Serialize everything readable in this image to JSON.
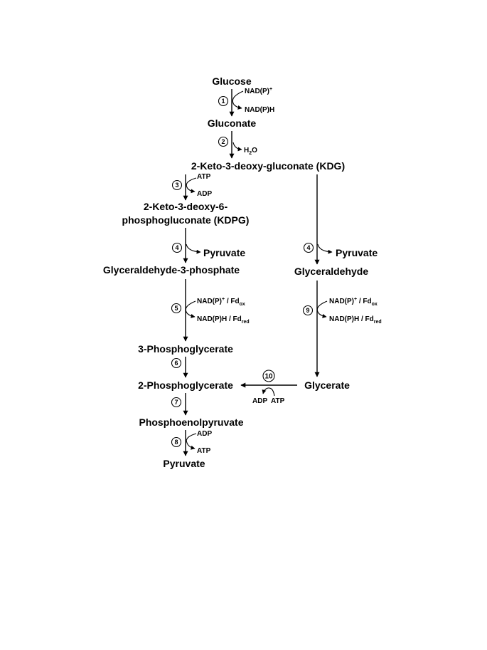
{
  "metabolites": {
    "glucose": "Glucose",
    "gluconate": "Gluconate",
    "kdg": "2-Keto-3-deoxy-gluconate (KDG)",
    "kdpg_line1": "2-Keto-3-deoxy-6-",
    "kdpg_line2": "phosphogluconate (KDPG)",
    "pyruvate_left": "Pyruvate",
    "pyruvate_right": "Pyruvate",
    "ga3p": "Glyceraldehyde-3-phosphate",
    "glyceraldehyde": "Glyceraldehyde",
    "pg3": "3-Phosphoglycerate",
    "pg2": "2-Phosphoglycerate",
    "glycerate": "Glycerate",
    "pep": "Phosphoenolpyruvate",
    "pyruvate_final": "Pyruvate"
  },
  "cofactors": {
    "nadp_plus": "NAD(P)",
    "plus": "+",
    "nadph": "NAD(P)H",
    "h2o_h": "H",
    "h2o_2": "2",
    "h2o_o": "O",
    "atp": "ATP",
    "adp": "ADP",
    "nadp_fd_ox": "NAD(P)",
    "fd_ox_main": " / Fd",
    "fd_ox_sub": "ox",
    "nadph_fd_red": "NAD(P)H / Fd",
    "fd_red_sub": "red"
  },
  "steps": [
    "1",
    "2",
    "3",
    "4",
    "4",
    "5",
    "9",
    "6",
    "7",
    "10",
    "8"
  ]
}
